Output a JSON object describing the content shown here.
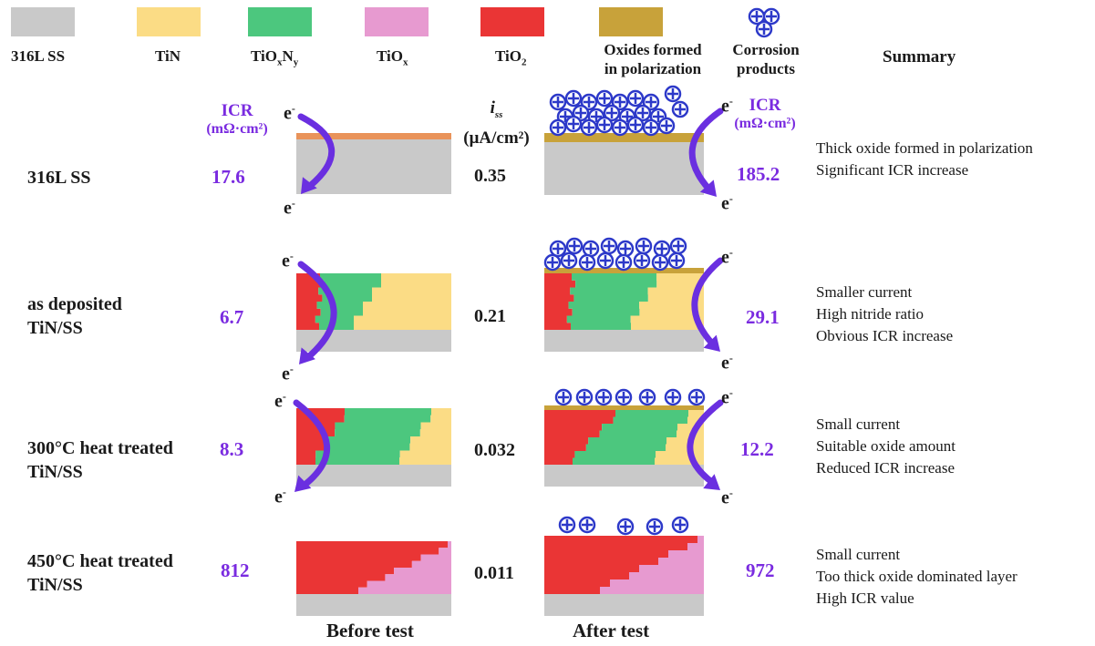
{
  "colors": {
    "ss": "#c9c9c9",
    "tin": "#fbdc85",
    "tioxny": "#4cc77e",
    "tiox": "#e79ad0",
    "tio2": "#ea3535",
    "oxide": "#c8a23a",
    "corrosion": "#2d39c9",
    "arrow": "#6a2fe0"
  },
  "legend": {
    "items": [
      {
        "label": "316L SS"
      },
      {
        "label": "TiN"
      },
      {
        "label": "TiOxNy"
      },
      {
        "label": "TiOx"
      },
      {
        "label": "TiO2"
      },
      {
        "label_line1": "Oxides formed",
        "label_line2": "in polarization"
      },
      {
        "label_line1": "Corrosion",
        "label_line2": "products"
      }
    ],
    "summary_header": "Summary"
  },
  "headers": {
    "icr_before_1": "ICR",
    "icr_before_2": "(mΩ·cm²)",
    "iss_1": "i",
    "iss_sub": "ss",
    "iss_2": "(μA/cm²)",
    "icr_after_1": "ICR",
    "icr_after_2": "(mΩ·cm²)"
  },
  "electron": {
    "symbol": "e",
    "charge": "-"
  },
  "rows": [
    {
      "label_line1": "316L SS",
      "label_line2": "",
      "icr_before": "17.6",
      "iss": "0.35",
      "icr_after": "185.2",
      "summary": [
        "Thick oxide formed in polarization",
        "Significant ICR increase"
      ]
    },
    {
      "label_line1": "as deposited",
      "label_line2": "TiN/SS",
      "icr_before": "6.7",
      "iss": "0.21",
      "icr_after": "29.1",
      "summary": [
        "Smaller current",
        "High nitride ratio",
        "Obvious ICR increase"
      ]
    },
    {
      "label_line1": "300°C heat treated",
      "label_line2": "TiN/SS",
      "icr_before": "8.3",
      "iss": "0.032",
      "icr_after": "12.2",
      "summary": [
        "Small current",
        "Suitable oxide amount",
        "Reduced ICR increase"
      ]
    },
    {
      "label_line1": "450°C heat treated",
      "label_line2": "TiN/SS",
      "icr_before": "812",
      "iss": "0.011",
      "icr_after": "972",
      "summary": [
        "Small current",
        "Too thick oxide dominated layer",
        "High ICR value"
      ]
    }
  ],
  "footer": {
    "before": "Before test",
    "after": "After test"
  }
}
